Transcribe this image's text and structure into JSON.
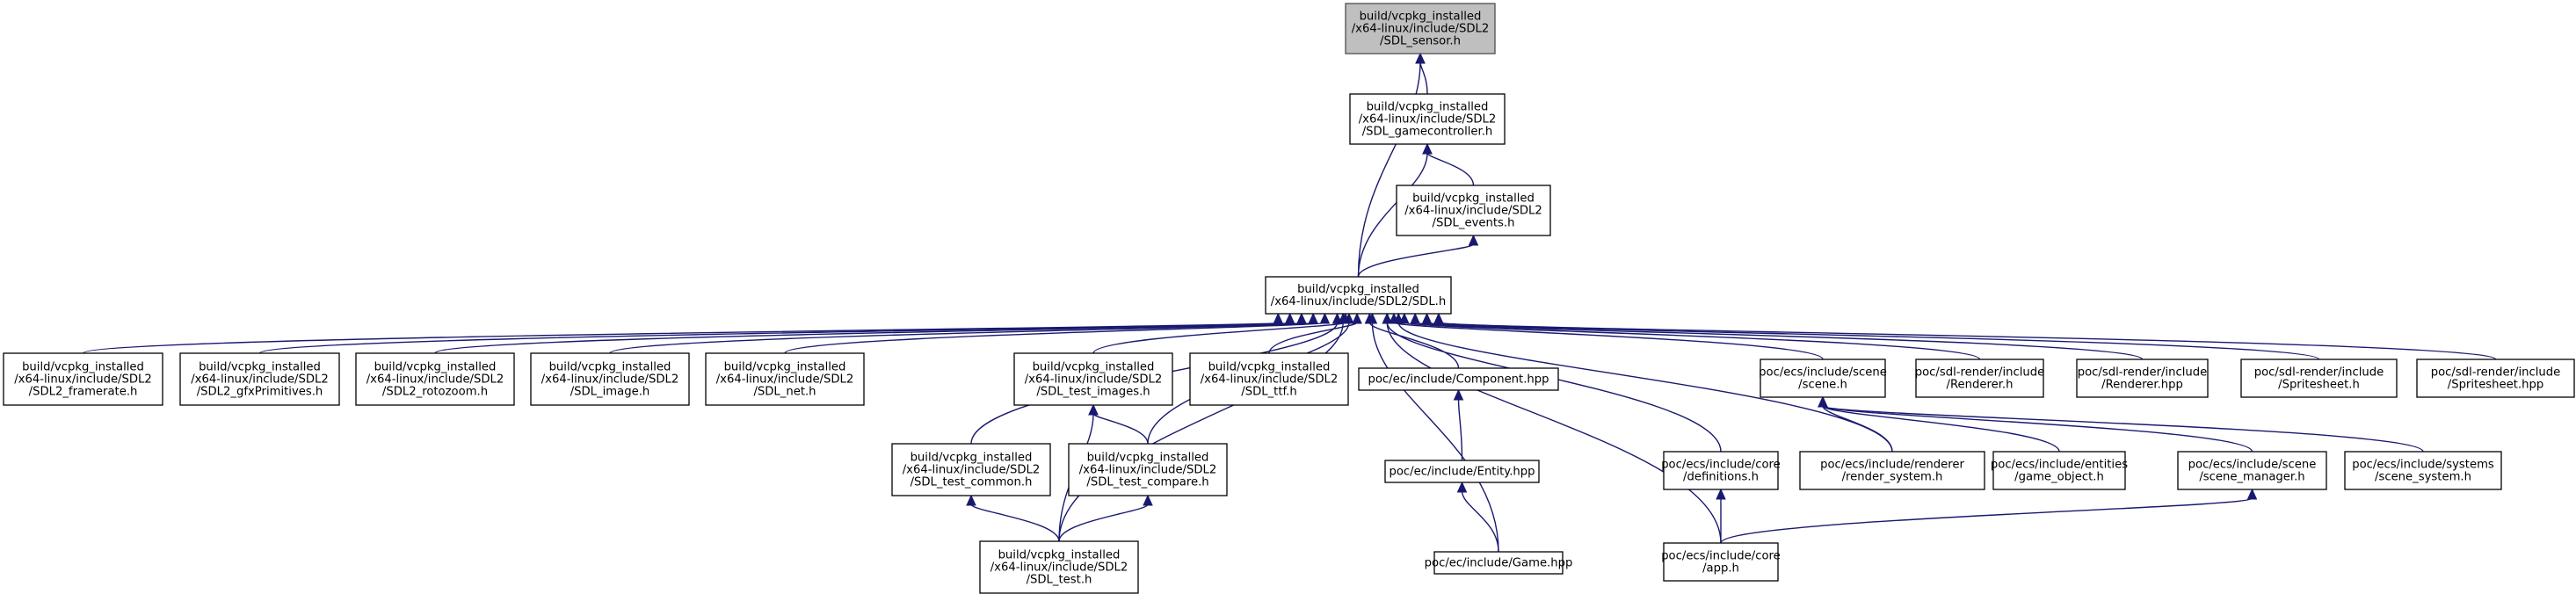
{
  "diagram": {
    "type": "include-dependency-graph",
    "colors": {
      "edge": "#191970",
      "root_fill": "#bfbfbf",
      "node_fill": "#ffffff",
      "node_border": "#000000"
    },
    "nodes": [
      {
        "id": "sensor",
        "root": true,
        "lines": [
          "build/vcpkg_installed",
          "/x64-linux/include/SDL2",
          "/SDL_sensor.h"
        ]
      },
      {
        "id": "gamecontroller",
        "lines": [
          "build/vcpkg_installed",
          "/x64-linux/include/SDL2",
          "/SDL_gamecontroller.h"
        ]
      },
      {
        "id": "events",
        "lines": [
          "build/vcpkg_installed",
          "/x64-linux/include/SDL2",
          "/SDL_events.h"
        ]
      },
      {
        "id": "sdl",
        "lines": [
          "build/vcpkg_installed",
          "/x64-linux/include/SDL2/SDL.h"
        ]
      },
      {
        "id": "framerate",
        "lines": [
          "build/vcpkg_installed",
          "/x64-linux/include/SDL2",
          "/SDL2_framerate.h"
        ]
      },
      {
        "id": "gfx",
        "lines": [
          "build/vcpkg_installed",
          "/x64-linux/include/SDL2",
          "/SDL2_gfxPrimitives.h"
        ]
      },
      {
        "id": "rotozoom",
        "lines": [
          "build/vcpkg_installed",
          "/x64-linux/include/SDL2",
          "/SDL2_rotozoom.h"
        ]
      },
      {
        "id": "image",
        "lines": [
          "build/vcpkg_installed",
          "/x64-linux/include/SDL2",
          "/SDL_image.h"
        ]
      },
      {
        "id": "net",
        "lines": [
          "build/vcpkg_installed",
          "/x64-linux/include/SDL2",
          "/SDL_net.h"
        ]
      },
      {
        "id": "test_images",
        "lines": [
          "build/vcpkg_installed",
          "/x64-linux/include/SDL2",
          "/SDL_test_images.h"
        ]
      },
      {
        "id": "ttf",
        "lines": [
          "build/vcpkg_installed",
          "/x64-linux/include/SDL2",
          "/SDL_ttf.h"
        ]
      },
      {
        "id": "component",
        "lines": [
          "poc/ec/include/Component.hpp"
        ]
      },
      {
        "id": "scene",
        "lines": [
          "poc/ecs/include/scene",
          "/scene.h"
        ]
      },
      {
        "id": "renderer_h",
        "lines": [
          "poc/sdl-render/include",
          "/Renderer.h"
        ]
      },
      {
        "id": "renderer_hpp",
        "lines": [
          "poc/sdl-render/include",
          "/Renderer.hpp"
        ]
      },
      {
        "id": "spritesheet_h",
        "lines": [
          "poc/sdl-render/include",
          "/Spritesheet.h"
        ]
      },
      {
        "id": "spritesheet_hpp",
        "lines": [
          "poc/sdl-render/include",
          "/Spritesheet.hpp"
        ]
      },
      {
        "id": "test_common",
        "lines": [
          "build/vcpkg_installed",
          "/x64-linux/include/SDL2",
          "/SDL_test_common.h"
        ]
      },
      {
        "id": "test_compare",
        "lines": [
          "build/vcpkg_installed",
          "/x64-linux/include/SDL2",
          "/SDL_test_compare.h"
        ]
      },
      {
        "id": "entity",
        "lines": [
          "poc/ec/include/Entity.hpp"
        ]
      },
      {
        "id": "definitions",
        "lines": [
          "poc/ecs/include/core",
          "/definitions.h"
        ]
      },
      {
        "id": "render_system",
        "lines": [
          "poc/ecs/include/renderer",
          "/render_system.h"
        ]
      },
      {
        "id": "game_object",
        "lines": [
          "poc/ecs/include/entities",
          "/game_object.h"
        ]
      },
      {
        "id": "scene_manager",
        "lines": [
          "poc/ecs/include/scene",
          "/scene_manager.h"
        ]
      },
      {
        "id": "scene_system",
        "lines": [
          "poc/ecs/include/systems",
          "/scene_system.h"
        ]
      },
      {
        "id": "sdl_test",
        "lines": [
          "build/vcpkg_installed",
          "/x64-linux/include/SDL2",
          "/SDL_test.h"
        ]
      },
      {
        "id": "game",
        "lines": [
          "poc/ec/include/Game.hpp"
        ]
      },
      {
        "id": "app",
        "lines": [
          "poc/ecs/include/core",
          "/app.h"
        ]
      }
    ],
    "edges": [
      [
        "sensor",
        "gamecontroller"
      ],
      [
        "sensor",
        "sdl"
      ],
      [
        "gamecontroller",
        "events"
      ],
      [
        "gamecontroller",
        "sdl"
      ],
      [
        "events",
        "sdl"
      ],
      [
        "sdl",
        "framerate"
      ],
      [
        "sdl",
        "gfx"
      ],
      [
        "sdl",
        "rotozoom"
      ],
      [
        "sdl",
        "image"
      ],
      [
        "sdl",
        "net"
      ],
      [
        "sdl",
        "test_images"
      ],
      [
        "sdl",
        "ttf"
      ],
      [
        "sdl",
        "component"
      ],
      [
        "sdl",
        "scene"
      ],
      [
        "sdl",
        "renderer_h"
      ],
      [
        "sdl",
        "renderer_hpp"
      ],
      [
        "sdl",
        "spritesheet_h"
      ],
      [
        "sdl",
        "spritesheet_hpp"
      ],
      [
        "sdl",
        "test_common"
      ],
      [
        "sdl",
        "test_compare"
      ],
      [
        "sdl",
        "sdl_test"
      ],
      [
        "sdl",
        "game"
      ],
      [
        "sdl",
        "definitions"
      ],
      [
        "sdl",
        "render_system"
      ],
      [
        "sdl",
        "app"
      ],
      [
        "test_images",
        "test_compare"
      ],
      [
        "test_images",
        "sdl_test"
      ],
      [
        "test_common",
        "sdl_test"
      ],
      [
        "test_compare",
        "sdl_test"
      ],
      [
        "component",
        "entity"
      ],
      [
        "entity",
        "game"
      ],
      [
        "scene",
        "render_system"
      ],
      [
        "scene",
        "game_object"
      ],
      [
        "scene",
        "scene_manager"
      ],
      [
        "scene",
        "scene_system"
      ],
      [
        "definitions",
        "app"
      ],
      [
        "scene_manager",
        "app"
      ]
    ]
  }
}
